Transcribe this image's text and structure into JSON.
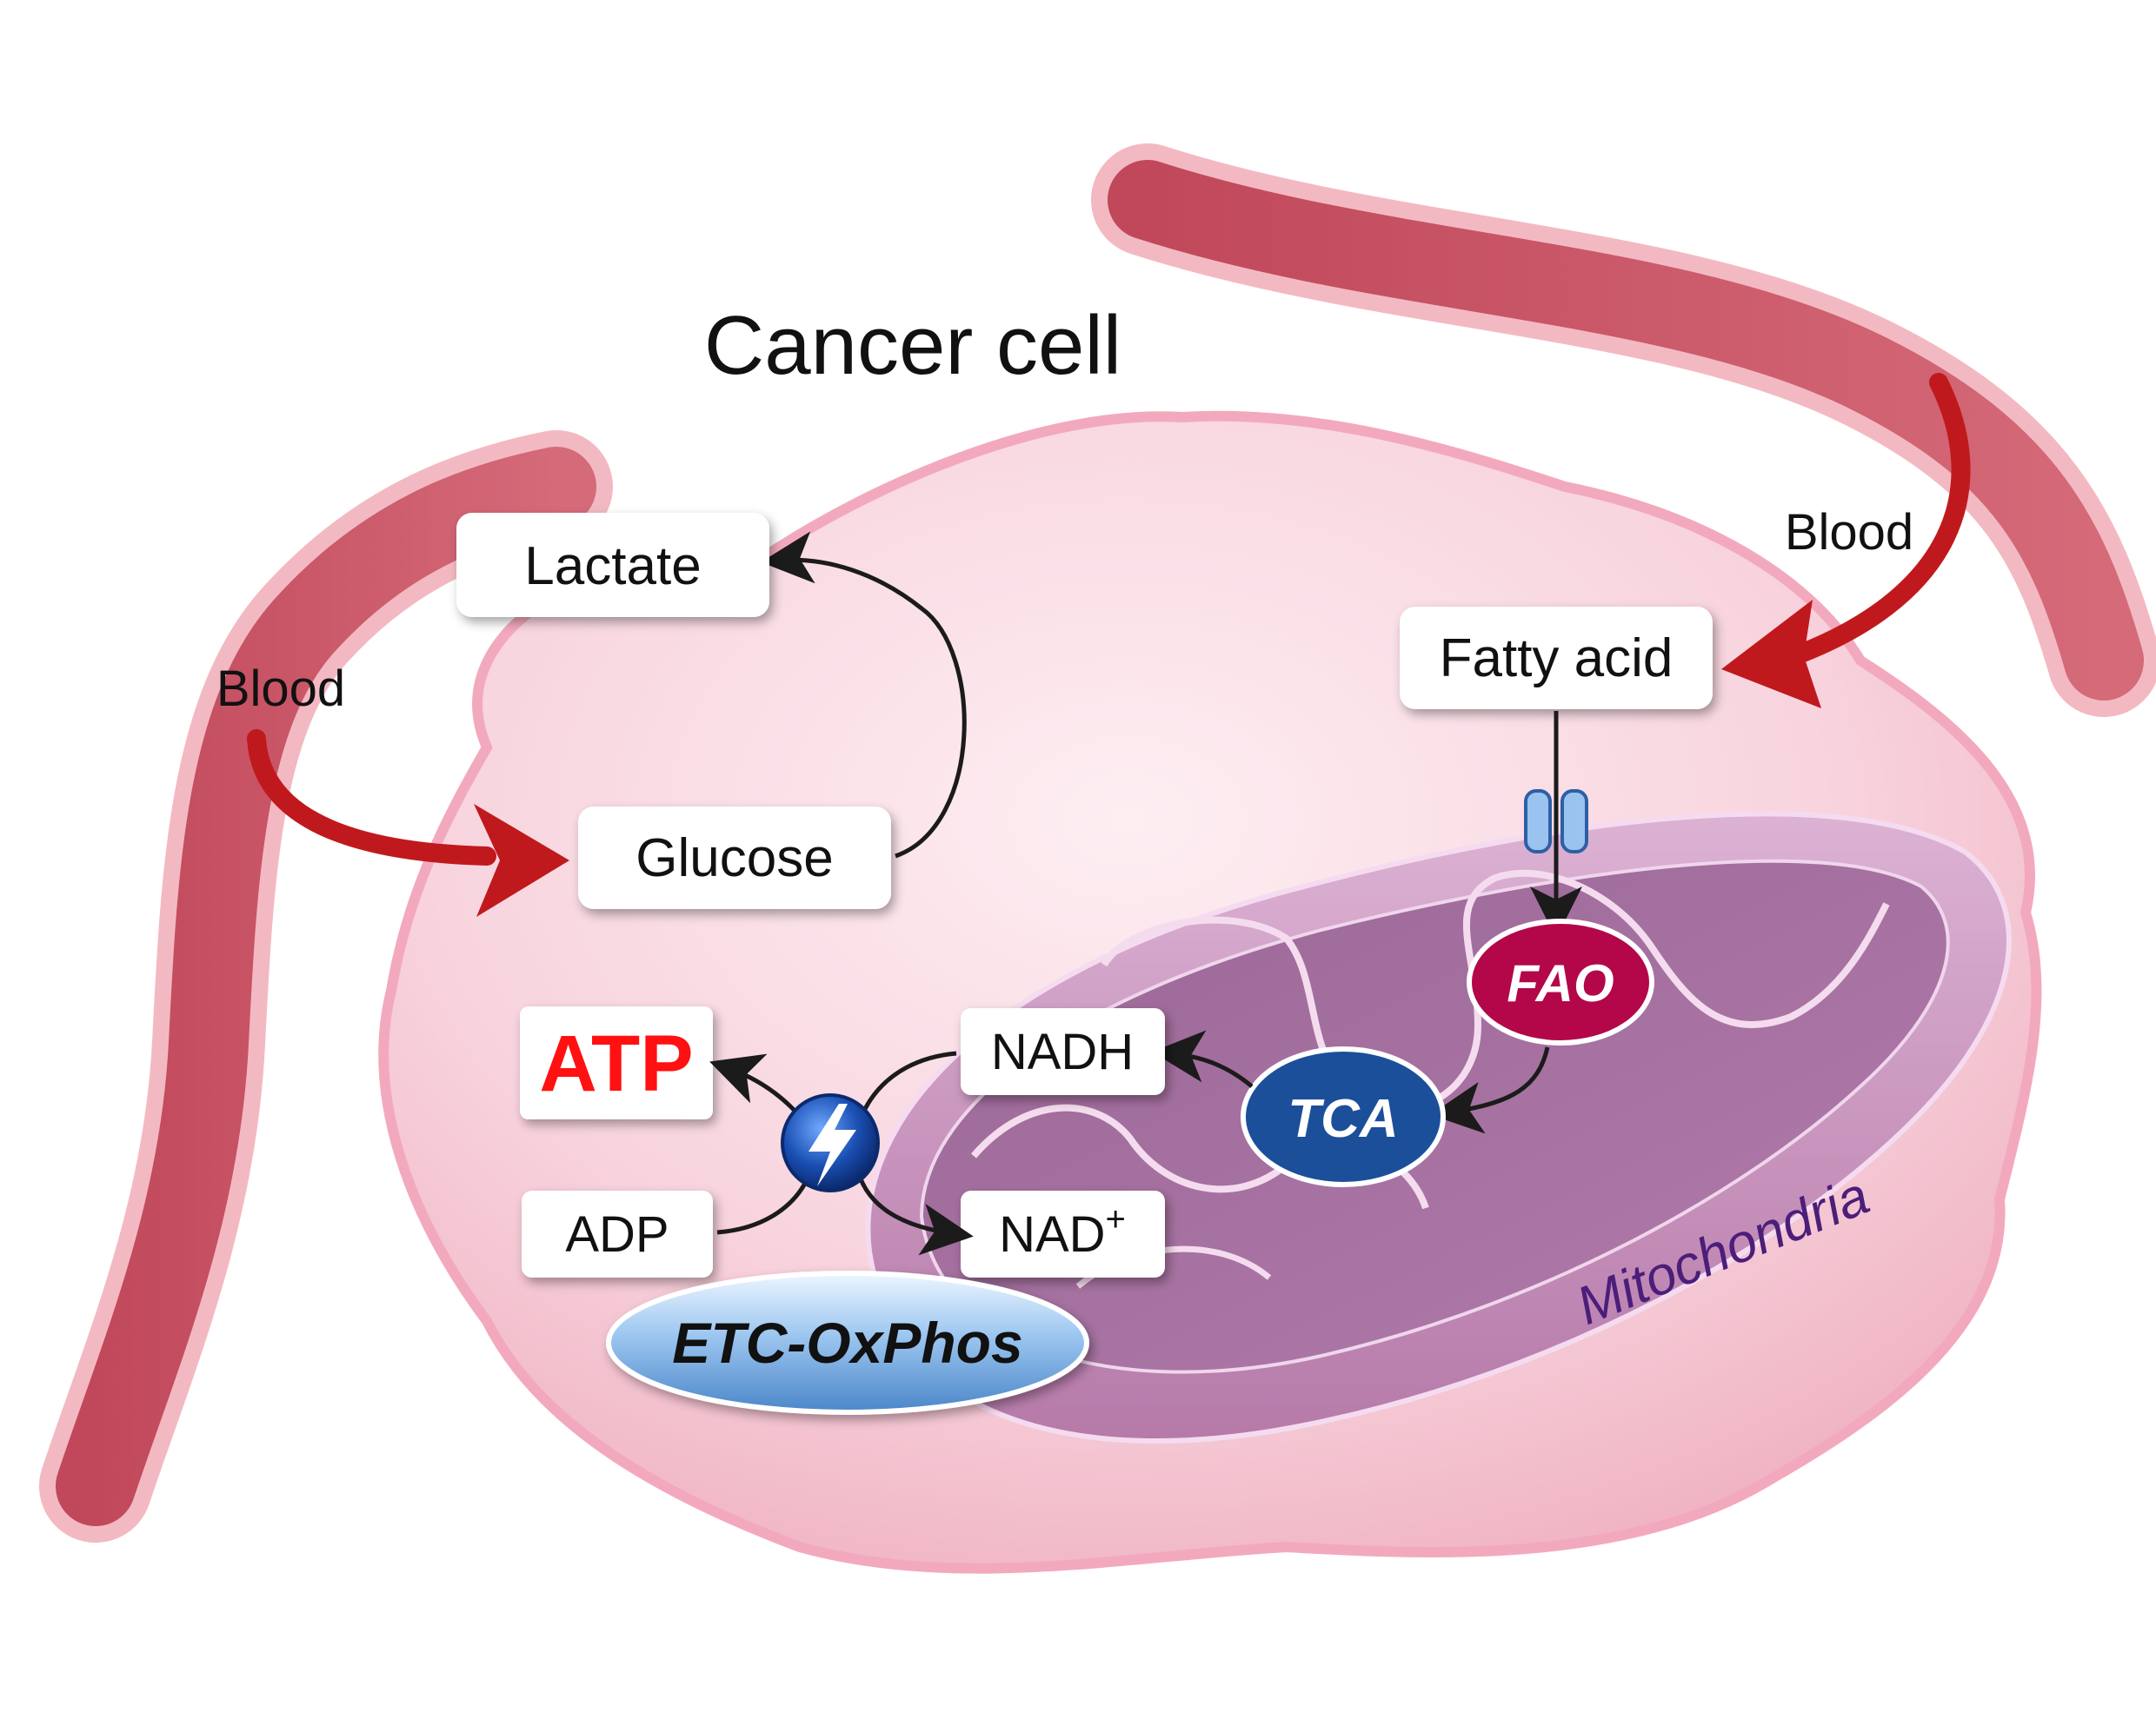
{
  "title": "Cancer cell",
  "labels": {
    "blood_left": "Blood",
    "blood_right": "Blood",
    "lactate": "Lactate",
    "glucose": "Glucose",
    "fatty_acid": "Fatty acid",
    "fao": "FAO",
    "tca": "TCA",
    "nadh": "NADH",
    "nad_base": "NAD",
    "nad_sup": "+",
    "atp": "ATP",
    "adp": "ADP",
    "etc": "ETC-OxPhos",
    "mitochondria": "Mitochondria"
  },
  "colors": {
    "vessel": "#c0485a",
    "vessel_light": "#f3b9c2",
    "cell": "#f6cbd7",
    "mito_outer": "#c58ab8",
    "mito_inner": "#8b5a8a",
    "fao": "#b3074a",
    "tca": "#1c4f9a",
    "atp_text": "#ff1111",
    "red_arrow": "#c0191d",
    "mito_label": "#4b1e7a"
  },
  "icons": {
    "etc_complex": "lightning-icon",
    "channel": "transporter-channel-icon"
  }
}
